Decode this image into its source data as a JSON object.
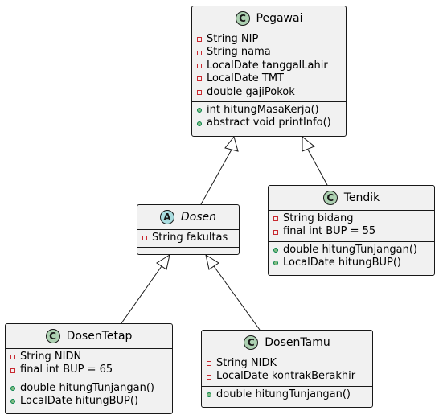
{
  "classes": {
    "pegawai": {
      "stereo": "C",
      "name": "Pegawai",
      "fields": [
        {
          "vis": "private",
          "text": "String NIP"
        },
        {
          "vis": "private",
          "text": "String nama"
        },
        {
          "vis": "private",
          "text": "LocalDate tanggalLahir"
        },
        {
          "vis": "private",
          "text": "LocalDate TMT"
        },
        {
          "vis": "private",
          "text": "double gajiPokok"
        }
      ],
      "methods": [
        {
          "vis": "public",
          "text": "int hitungMasaKerja()"
        },
        {
          "vis": "public",
          "text": "abstract void printInfo()"
        }
      ]
    },
    "dosen": {
      "stereo": "A",
      "name": "Dosen",
      "fields": [
        {
          "vis": "private",
          "text": "String fakultas"
        }
      ],
      "methods": []
    },
    "tendik": {
      "stereo": "C",
      "name": "Tendik",
      "fields": [
        {
          "vis": "private",
          "text": "String bidang"
        },
        {
          "vis": "private",
          "text": "final int BUP = 55"
        }
      ],
      "methods": [
        {
          "vis": "public",
          "text": "double hitungTunjangan()"
        },
        {
          "vis": "public",
          "text": "LocalDate hitungBUP()"
        }
      ]
    },
    "dosenTetap": {
      "stereo": "C",
      "name": "DosenTetap",
      "fields": [
        {
          "vis": "private",
          "text": "String NIDN"
        },
        {
          "vis": "private",
          "text": "final int BUP = 65"
        }
      ],
      "methods": [
        {
          "vis": "public",
          "text": "double hitungTunjangan()"
        },
        {
          "vis": "public",
          "text": "LocalDate hitungBUP()"
        }
      ]
    },
    "dosenTamu": {
      "stereo": "C",
      "name": "DosenTamu",
      "fields": [
        {
          "vis": "private",
          "text": "String NIDK"
        },
        {
          "vis": "private",
          "text": "LocalDate kontrakBerakhir"
        }
      ],
      "methods": [
        {
          "vis": "public",
          "text": "double hitungTunjangan()"
        }
      ]
    }
  }
}
